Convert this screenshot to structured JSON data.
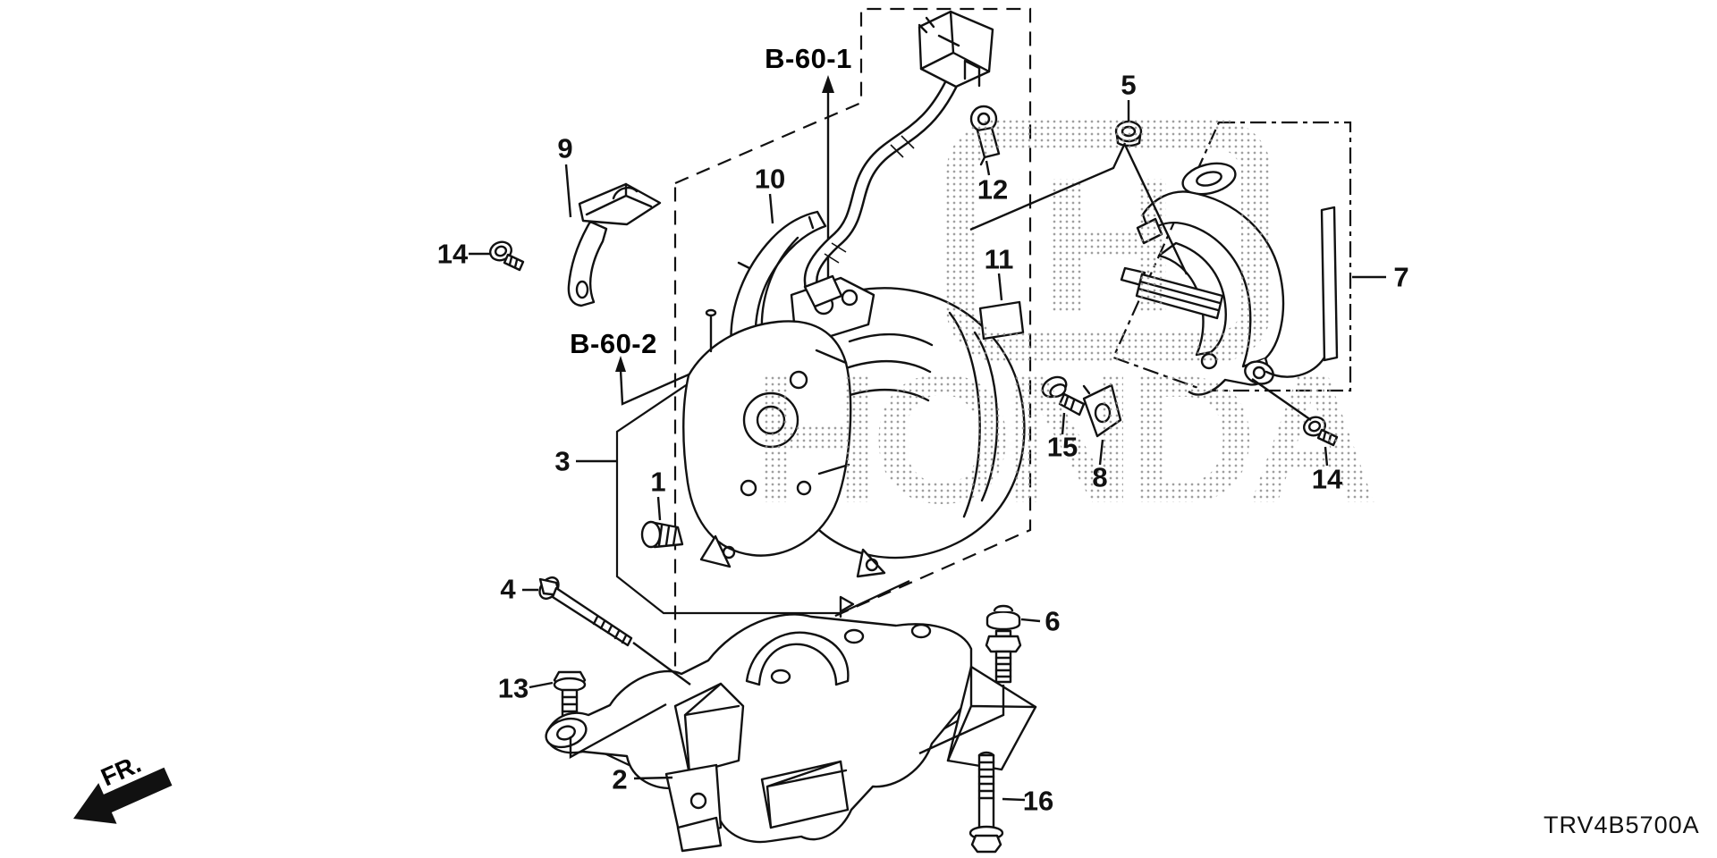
{
  "diagram": {
    "part_code": "TRV4B5700A",
    "direction_label": "FR.",
    "ref_labels": [
      {
        "text": "B-60-1"
      },
      {
        "text": "B-60-2"
      }
    ],
    "callouts": [
      {
        "text": "9"
      },
      {
        "text": "14"
      },
      {
        "text": "10"
      },
      {
        "text": "12"
      },
      {
        "text": "5"
      },
      {
        "text": "11"
      },
      {
        "text": "7"
      },
      {
        "text": "3"
      },
      {
        "text": "1"
      },
      {
        "text": "15"
      },
      {
        "text": "8"
      },
      {
        "text": "14"
      },
      {
        "text": "4"
      },
      {
        "text": "6"
      },
      {
        "text": "13"
      },
      {
        "text": "2"
      },
      {
        "text": "16"
      }
    ],
    "watermark": {
      "word": "HONDA",
      "emblem": "H"
    },
    "colors": {
      "line": "#111111",
      "background": "#ffffff",
      "watermark_dot": "#8f8f8f"
    }
  }
}
